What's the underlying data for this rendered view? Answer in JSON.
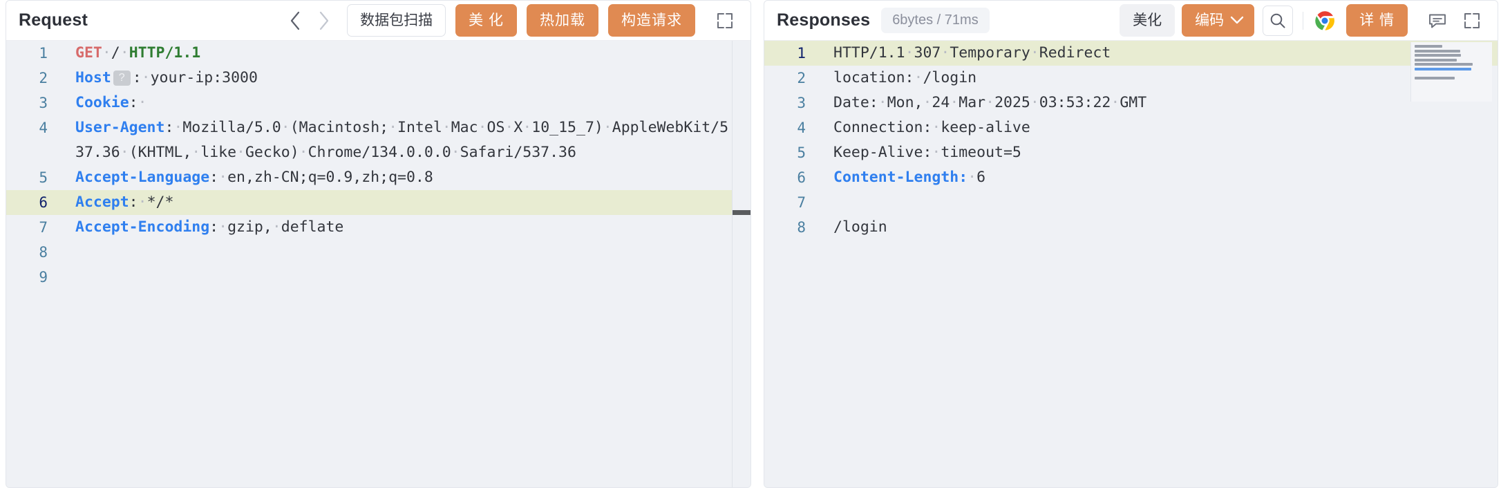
{
  "request_panel": {
    "title": "Request",
    "nav": {
      "prev_icon": "chevron-left-icon",
      "next_icon": "chevron-right-icon"
    },
    "buttons": {
      "packet_scan": "数据包扫描",
      "beautify": "美 化",
      "hot_reload": "热加载",
      "build_request": "构造请求"
    },
    "expand_icon": "expand-icon",
    "lines": [
      {
        "num": "1",
        "active": false,
        "tokens": [
          {
            "t": "GET",
            "c": "method"
          },
          {
            "t": "·",
            "c": "dot"
          },
          {
            "t": "/",
            "c": "plain"
          },
          {
            "t": "·",
            "c": "dot"
          },
          {
            "t": "HTTP/1.1",
            "c": "proto"
          }
        ]
      },
      {
        "num": "2",
        "active": false,
        "tokens": [
          {
            "t": "Host",
            "c": "header"
          },
          {
            "t": "?",
            "c": "badge"
          },
          {
            "t": ":",
            "c": "plain"
          },
          {
            "t": "·",
            "c": "dot"
          },
          {
            "t": "your-ip:3000",
            "c": "plain"
          }
        ]
      },
      {
        "num": "3",
        "active": false,
        "tokens": [
          {
            "t": "Cookie",
            "c": "header"
          },
          {
            "t": ":",
            "c": "plain"
          },
          {
            "t": "·",
            "c": "dot"
          }
        ]
      },
      {
        "num": "4",
        "active": false,
        "tokens": [
          {
            "t": "User-Agent",
            "c": "header"
          },
          {
            "t": ":",
            "c": "plain"
          },
          {
            "t": "·",
            "c": "dot"
          },
          {
            "t": "Mozilla/5.0",
            "c": "plain"
          },
          {
            "t": "·",
            "c": "dot"
          },
          {
            "t": "(Macintosh;",
            "c": "plain"
          },
          {
            "t": "·",
            "c": "dot"
          },
          {
            "t": "Intel",
            "c": "plain"
          },
          {
            "t": "·",
            "c": "dot"
          },
          {
            "t": "Mac",
            "c": "plain"
          },
          {
            "t": "·",
            "c": "dot"
          },
          {
            "t": "OS",
            "c": "plain"
          },
          {
            "t": "·",
            "c": "dot"
          },
          {
            "t": "X",
            "c": "plain"
          },
          {
            "t": "·",
            "c": "dot"
          },
          {
            "t": "10_15_7)",
            "c": "plain"
          },
          {
            "t": "·",
            "c": "dot"
          },
          {
            "t": "AppleWebKit/537.36",
            "c": "plain"
          },
          {
            "t": "·",
            "c": "dot"
          },
          {
            "t": "(KHTML,",
            "c": "plain"
          },
          {
            "t": "·",
            "c": "dot"
          },
          {
            "t": "like",
            "c": "plain"
          },
          {
            "t": "·",
            "c": "dot"
          },
          {
            "t": "Gecko)",
            "c": "plain"
          },
          {
            "t": "·",
            "c": "dot"
          },
          {
            "t": "Chrome/134.0.0.0",
            "c": "plain"
          },
          {
            "t": "·",
            "c": "dot"
          },
          {
            "t": "Safari/537.36",
            "c": "plain"
          }
        ]
      },
      {
        "num": "5",
        "active": false,
        "tokens": [
          {
            "t": "Accept-Language",
            "c": "header"
          },
          {
            "t": ":",
            "c": "plain"
          },
          {
            "t": "·",
            "c": "dot"
          },
          {
            "t": "en,zh-CN;q=0.9,zh;q=0.8",
            "c": "plain"
          }
        ]
      },
      {
        "num": "6",
        "active": true,
        "tokens": [
          {
            "t": "Accept",
            "c": "header"
          },
          {
            "t": ":",
            "c": "plain"
          },
          {
            "t": "·",
            "c": "dot"
          },
          {
            "t": "*/*",
            "c": "plain"
          }
        ]
      },
      {
        "num": "7",
        "active": false,
        "tokens": [
          {
            "t": "Accept-Encoding",
            "c": "header"
          },
          {
            "t": ":",
            "c": "plain"
          },
          {
            "t": "·",
            "c": "dot"
          },
          {
            "t": "gzip,",
            "c": "plain"
          },
          {
            "t": "·",
            "c": "dot"
          },
          {
            "t": "deflate",
            "c": "plain"
          }
        ]
      },
      {
        "num": "8",
        "active": false,
        "tokens": []
      },
      {
        "num": "9",
        "active": false,
        "tokens": []
      }
    ]
  },
  "response_panel": {
    "title": "Responses",
    "meta": "6bytes / 71ms",
    "buttons": {
      "beautify": "美化",
      "encoding": "编码",
      "detail": "详 情"
    },
    "icons": {
      "dropdown": "chevron-down-icon",
      "search": "search-icon",
      "chrome": "chrome-icon",
      "comment": "comment-icon",
      "expand": "expand-icon"
    },
    "lines": [
      {
        "num": "1",
        "active": true,
        "tokens": [
          {
            "t": "HTTP/1.1",
            "c": "plain"
          },
          {
            "t": "·",
            "c": "dot"
          },
          {
            "t": "307",
            "c": "plain"
          },
          {
            "t": "·",
            "c": "dot"
          },
          {
            "t": "Temporary",
            "c": "plain"
          },
          {
            "t": "·",
            "c": "dot"
          },
          {
            "t": "Redirect",
            "c": "plain"
          }
        ]
      },
      {
        "num": "2",
        "active": false,
        "tokens": [
          {
            "t": "location:",
            "c": "plain"
          },
          {
            "t": "·",
            "c": "dot"
          },
          {
            "t": "/login",
            "c": "plain"
          }
        ]
      },
      {
        "num": "3",
        "active": false,
        "tokens": [
          {
            "t": "Date:",
            "c": "plain"
          },
          {
            "t": "·",
            "c": "dot"
          },
          {
            "t": "Mon,",
            "c": "plain"
          },
          {
            "t": "·",
            "c": "dot"
          },
          {
            "t": "24",
            "c": "plain"
          },
          {
            "t": "·",
            "c": "dot"
          },
          {
            "t": "Mar",
            "c": "plain"
          },
          {
            "t": "·",
            "c": "dot"
          },
          {
            "t": "2025",
            "c": "plain"
          },
          {
            "t": "·",
            "c": "dot"
          },
          {
            "t": "03:53:22",
            "c": "plain"
          },
          {
            "t": "·",
            "c": "dot"
          },
          {
            "t": "GMT",
            "c": "plain"
          }
        ]
      },
      {
        "num": "4",
        "active": false,
        "tokens": [
          {
            "t": "Connection:",
            "c": "plain"
          },
          {
            "t": "·",
            "c": "dot"
          },
          {
            "t": "keep-alive",
            "c": "plain"
          }
        ]
      },
      {
        "num": "5",
        "active": false,
        "tokens": [
          {
            "t": "Keep-Alive:",
            "c": "plain"
          },
          {
            "t": "·",
            "c": "dot"
          },
          {
            "t": "timeout=5",
            "c": "plain"
          }
        ]
      },
      {
        "num": "6",
        "active": false,
        "tokens": [
          {
            "t": "Content-Length:",
            "c": "header"
          },
          {
            "t": "·",
            "c": "dot"
          },
          {
            "t": "6",
            "c": "plain"
          }
        ]
      },
      {
        "num": "7",
        "active": false,
        "tokens": []
      },
      {
        "num": "8",
        "active": false,
        "tokens": [
          {
            "t": "/login",
            "c": "plain"
          }
        ]
      }
    ],
    "minimap_lines": [
      {
        "blue": false
      },
      {
        "blue": false
      },
      {
        "blue": false
      },
      {
        "blue": false
      },
      {
        "blue": false
      },
      {
        "blue": true
      },
      {
        "gap": true
      },
      {
        "blue": false
      }
    ]
  },
  "colors": {
    "accent_orange": "#e08a52",
    "editor_bg": "#eff1f5",
    "active_line": "#e8ecd2",
    "header_token": "#2f7fef",
    "method_token": "#d76a6a",
    "proto_token": "#2f7d32",
    "gutter": "#4a7fa0"
  }
}
